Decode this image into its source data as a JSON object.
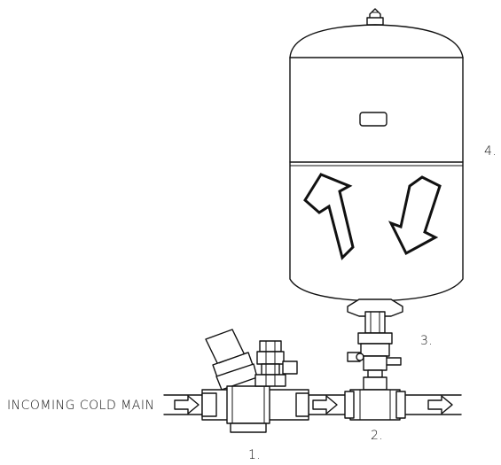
{
  "labels": {
    "incoming": "INCOMING COLD MAIN",
    "part1": "1.",
    "part2": "2.",
    "part3": "3.",
    "part4": "4."
  },
  "components": [
    {
      "id": "1",
      "icon": "pressure-reducing-valve-icon"
    },
    {
      "id": "2",
      "icon": "tee-fitting-icon"
    },
    {
      "id": "3",
      "icon": "isolating-valve-icon"
    },
    {
      "id": "4",
      "icon": "expansion-vessel-icon"
    }
  ],
  "flow_arrows": [
    "flow-arrow-icon",
    "flow-arrow-icon",
    "flow-arrow-icon"
  ],
  "colors": {
    "line": "#111111",
    "background": "#ffffff"
  }
}
